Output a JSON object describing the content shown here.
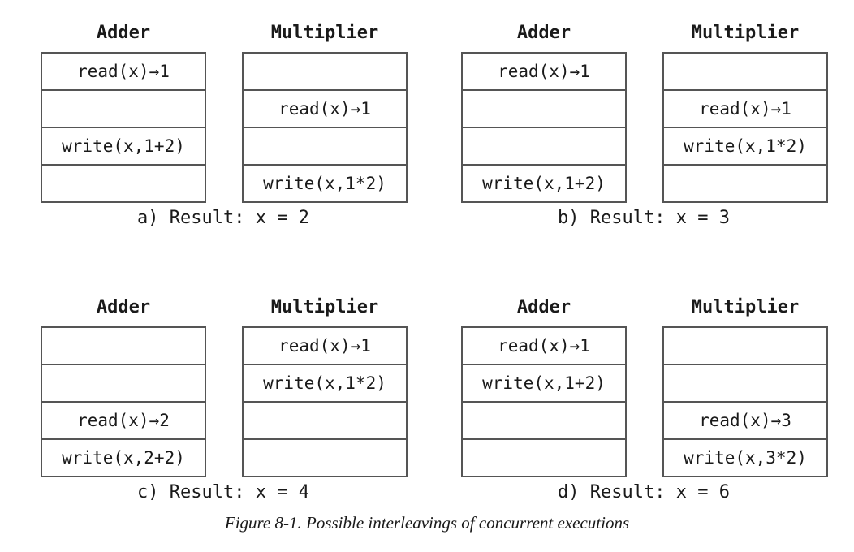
{
  "panels": [
    {
      "adder_title": "Adder",
      "multiplier_title": "Multiplier",
      "adder": [
        "read(x)→1",
        "",
        "write(x,1+2)",
        ""
      ],
      "multiplier": [
        "",
        "read(x)→1",
        "",
        "write(x,1*2)"
      ],
      "result": "a) Result: x = 2"
    },
    {
      "adder_title": "Adder",
      "multiplier_title": "Multiplier",
      "adder": [
        "read(x)→1",
        "",
        "",
        "write(x,1+2)"
      ],
      "multiplier": [
        "",
        "read(x)→1",
        "write(x,1*2)",
        ""
      ],
      "result": "b) Result: x = 3"
    },
    {
      "adder_title": "Adder",
      "multiplier_title": "Multiplier",
      "adder": [
        "",
        "",
        "read(x)→2",
        "write(x,2+2)"
      ],
      "multiplier": [
        "read(x)→1",
        "write(x,1*2)",
        "",
        ""
      ],
      "result": "c) Result: x = 4"
    },
    {
      "adder_title": "Adder",
      "multiplier_title": "Multiplier",
      "adder": [
        "read(x)→1",
        "write(x,1+2)",
        "",
        ""
      ],
      "multiplier": [
        "",
        "",
        "read(x)→3",
        "write(x,3*2)"
      ],
      "result": "d) Result: x = 6"
    }
  ],
  "caption": "Figure 8-1. Possible interleavings of concurrent executions"
}
